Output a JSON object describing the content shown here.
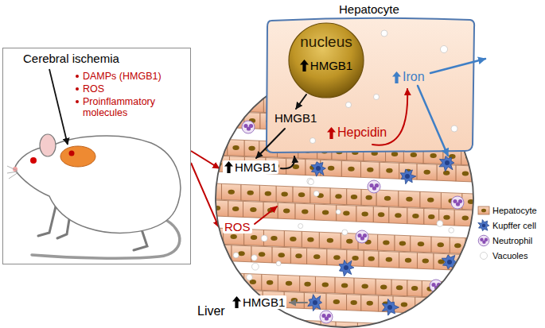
{
  "diagram": {
    "nodes": [
      {
        "text": [
          "Cerebral ischemia",
          "DAMPs (HMGB1)",
          "ROS",
          "Proinflammatory molecules"
        ]
      },
      {
        "text": [
          "Liver"
        ]
      },
      {
        "text": [
          "Hepatocyte",
          "HMGB1",
          "Iron",
          "Hepcidin"
        ]
      },
      {
        "text": [
          "nucleus",
          "HMGB1"
        ],
        "in": 2
      }
    ],
    "edges": [
      {
        "from": 0,
        "to": 1,
        "arrow": "to"
      },
      {
        "from": 0,
        "to": 1,
        "arrow": "to"
      }
    ],
    "labels": [
      "HMGB1",
      "ROS",
      "HMGB1"
    ],
    "legend": [
      {
        "text": "Hepatocyte"
      },
      {
        "text": "Kupffer cell"
      },
      {
        "text": "Neutrophil"
      },
      {
        "text": "Vacuoles"
      }
    ]
  }
}
